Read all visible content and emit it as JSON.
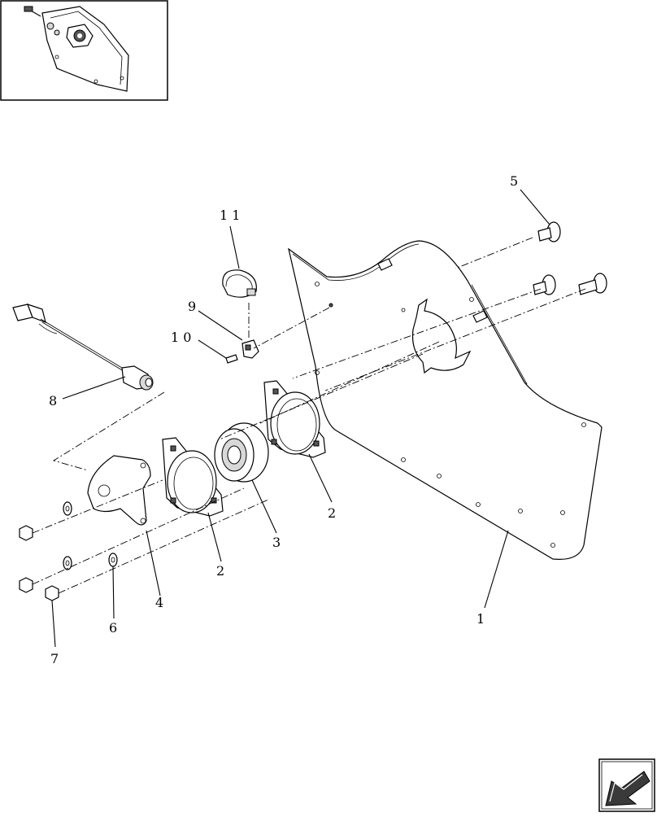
{
  "callouts": [
    {
      "id": "1",
      "text": "1"
    },
    {
      "id": "2a",
      "text": "2"
    },
    {
      "id": "2b",
      "text": "2"
    },
    {
      "id": "3",
      "text": "3"
    },
    {
      "id": "4",
      "text": "4"
    },
    {
      "id": "5",
      "text": "5"
    },
    {
      "id": "6",
      "text": "6"
    },
    {
      "id": "7",
      "text": "7"
    },
    {
      "id": "8",
      "text": "8"
    },
    {
      "id": "9",
      "text": "9"
    },
    {
      "id": "10",
      "text": "1 0"
    },
    {
      "id": "11",
      "text": "1 1"
    }
  ],
  "icons": {
    "thumbnail": "assembly-thumbnail-icon",
    "navigation": "next-page-arrow-icon"
  }
}
